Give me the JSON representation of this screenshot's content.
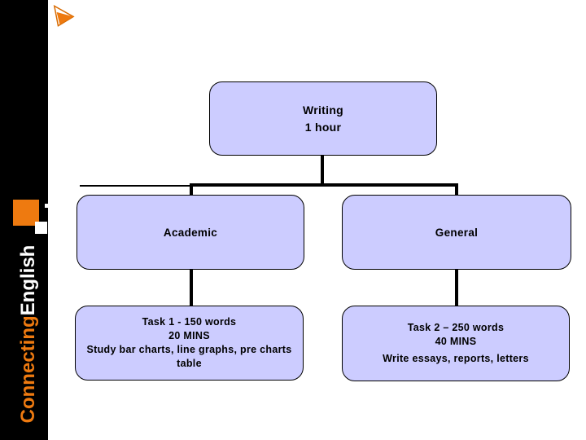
{
  "sidebar": {
    "brand_connecting": "Connecting",
    "brand_english": "English"
  },
  "icons": {
    "bullet": "arrowhead-right-icon"
  },
  "diagram": {
    "root": {
      "line1": "Writing",
      "line2": "1 hour"
    },
    "branch_left": {
      "label": "Academic"
    },
    "branch_right": {
      "label": "General"
    },
    "leaf_left": {
      "line1": "Task 1 - 150 words",
      "line2": "20 MINS",
      "line3": "Study bar charts, line graphs, pre charts",
      "line4": "table"
    },
    "leaf_right": {
      "line1": "Task 2 – 250 words",
      "line2": "40 MINS",
      "line3": "Write essays, reports, letters"
    }
  },
  "colors": {
    "box_fill": "#CCCCFF",
    "box_border": "#000000",
    "connector": "#000000",
    "accent_orange": "#EE7A10",
    "sidebar_bg": "#000000",
    "slide_bg": "#FFFFFF"
  }
}
